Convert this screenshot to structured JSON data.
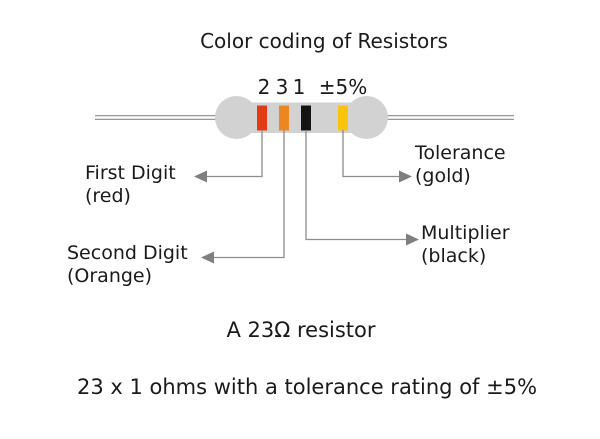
{
  "title": "Color coding of Resistors",
  "resistor": {
    "digit_labels": {
      "first": "2",
      "second": "3",
      "multiplier": "1",
      "tolerance": "±5%"
    }
  },
  "callouts": {
    "first_digit": {
      "name": "First Digit",
      "color_note": "(red)"
    },
    "second_digit": {
      "name": "Second Digit",
      "color_note": "(Orange)"
    },
    "multiplier": {
      "name": "Multiplier",
      "color_note": "(black)"
    },
    "tolerance": {
      "name": "Tolerance",
      "color_note": "(gold)"
    }
  },
  "caption": "A 23Ω resistor",
  "summary": "23 x 1 ohms with a tolerance rating of ±5%",
  "colors": {
    "body_gray": "#d2d2d3",
    "band_red": "#e23a12",
    "band_orange": "#ee8620",
    "band_black": "#141414",
    "band_gold": "#fbc30e",
    "wire_gray": "#8a8a8a",
    "line_gray": "#8c8c8c",
    "arrow_gray": "#7f7f7f",
    "text": "#1a1a1a"
  }
}
